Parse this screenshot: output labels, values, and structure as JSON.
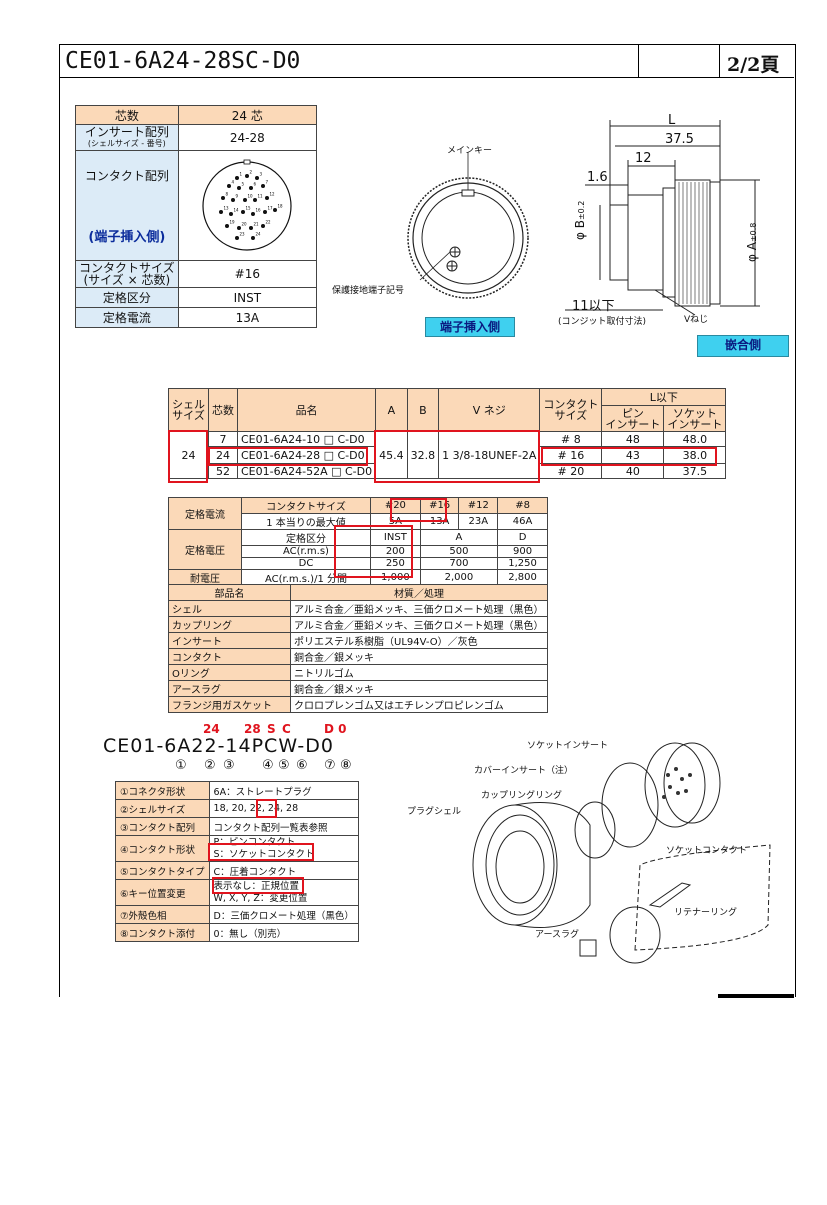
{
  "header": {
    "title": "CE01-6A24-28SC-D0",
    "page": "2/2頁"
  },
  "spec": {
    "rows": [
      {
        "label": "芯数",
        "value": "24 芯"
      },
      {
        "label": "インサート配列",
        "sublabel": "(シェルサイズ - 番号)",
        "value": "24-28"
      },
      {
        "label": "コンタクト配列",
        "value": ""
      },
      {
        "label": "コンタクトサイズ",
        "sublabel": "(サイズ × 芯数)",
        "value": "#16"
      },
      {
        "label": "定格区分",
        "value": "INST"
      },
      {
        "label": "定格電流",
        "value": "13A"
      }
    ],
    "side_note": "(端子挿入側)"
  },
  "contact_numbers": [
    "1",
    "2",
    "3",
    "4",
    "5",
    "6",
    "7",
    "8",
    "9",
    "10",
    "11",
    "12",
    "13",
    "14",
    "15",
    "16",
    "17",
    "18",
    "19",
    "20",
    "21",
    "22",
    "23",
    "24"
  ],
  "front_view": {
    "main_key": "メインキー",
    "ground_mark": "保護接地端子記号",
    "badge": "端子挿入側"
  },
  "dim_drawing": {
    "L": "L",
    "d375": "37.5",
    "d12": "12",
    "d16": "1.6",
    "phiB": "φ B",
    "tolB": "±0.2",
    "phiA": "φ A",
    "tolA": "±0.8",
    "d11": "11以下",
    "d11note": "(コンジット取付寸法)",
    "vscrew": "Vねじ",
    "badge": "嵌合側"
  },
  "dims": {
    "headers": [
      "シェル\nサイズ",
      "芯数",
      "品名",
      "A",
      "B",
      "V ネジ",
      "コンタクト\nサイズ",
      "L以下",
      "ピン\nインサート",
      "ソケット\nインサート"
    ],
    "shell": "24",
    "A": "45.4",
    "B": "32.8",
    "V": "1 3/8-18UNEF-2A",
    "rows": [
      {
        "n": "7",
        "name": "CE01-6A24-10 □ C-D0",
        "size": "# 8",
        "pin": "48",
        "sock": "48.0"
      },
      {
        "n": "24",
        "name": "CE01-6A24-28 □ C-D0",
        "size": "# 16",
        "pin": "43",
        "sock": "38.0"
      },
      {
        "n": "52",
        "name": "CE01-6A24-52A □ C-D0",
        "size": "# 20",
        "pin": "40",
        "sock": "37.5"
      }
    ]
  },
  "elec": {
    "r1": [
      "定格電流",
      "コンタクトサイズ",
      "#20",
      "#16",
      "#12",
      "#8"
    ],
    "r2": [
      "1 本当りの最大値",
      "5A",
      "13A",
      "23A",
      "46A"
    ],
    "r3": [
      "定格電圧",
      "定格区分",
      "INST",
      "A",
      "D"
    ],
    "r4": [
      "AC(r.m.s)",
      "200",
      "500",
      "900"
    ],
    "r5": [
      "DC",
      "250",
      "700",
      "1,250"
    ],
    "r6": [
      "耐電圧",
      "AC(r.m.s.)/1 分間",
      "1,000",
      "2,000",
      "2,800"
    ]
  },
  "materials": {
    "headers": [
      "部品名",
      "材質／処理"
    ],
    "rows": [
      [
        "シェル",
        "アルミ合金／亜鉛メッキ、三価クロメート処理（黒色）"
      ],
      [
        "カップリング",
        "アルミ合金／亜鉛メッキ、三価クロメート処理（黒色）"
      ],
      [
        "インサート",
        "ポリエステル系樹脂（UL94V-O）／灰色"
      ],
      [
        "コンタクト",
        "銅合金／銀メッキ"
      ],
      [
        "Oリング",
        "ニトリルゴム"
      ],
      [
        "アースラグ",
        "銅合金／銀メッキ"
      ],
      [
        "フランジ用ガスケット",
        "クロロプレンゴム又はエチレンプロピレンゴム"
      ]
    ]
  },
  "code": {
    "base": "CE01-6A22-14PCW-D0",
    "red_24": "24",
    "red_28": "28",
    "red_S": "S",
    "red_C": "C",
    "red_D0": "D 0",
    "nums": [
      "①",
      "②",
      "③",
      "④",
      "⑤",
      "⑥",
      "⑦",
      "⑧"
    ],
    "rows": [
      [
        "①コネクタ形状",
        "6A：ストレートプラグ"
      ],
      [
        "②シェルサイズ",
        "18, 20, 22, 24, 28"
      ],
      [
        "③コンタクト配列",
        "コンタクト配列一覧表参照"
      ],
      [
        "④コンタクト形状",
        "P：ピンコンタクト",
        "S：ソケットコンタクト"
      ],
      [
        "⑤コンタクトタイプ",
        "C：圧着コンタクト"
      ],
      [
        "⑥キー位置変更",
        "表示なし：正規位置",
        "W, X, Y, Z：変更位置"
      ],
      [
        "⑦外殻色相",
        "D：三価クロメート処理（黒色）"
      ],
      [
        "⑧コンタクト添付",
        "0：無し（別売）"
      ]
    ]
  },
  "exploded": {
    "socket_insert": "ソケットインサート",
    "cover_insert": "カバーインサート（注）",
    "coupling_ring": "カップリングリング",
    "plug_shell": "プラグシェル",
    "socket_contact": "ソケットコンタクト",
    "retainer_ring": "リテナーリング",
    "earth_lug": "アースラグ"
  }
}
